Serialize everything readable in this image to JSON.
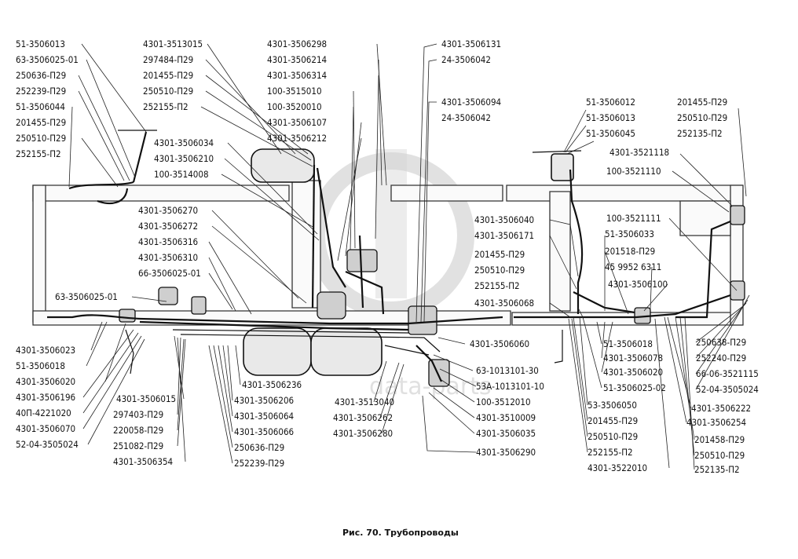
{
  "caption": "Рис. 70. Трубопроводы",
  "watermark_text": "data-parts",
  "labels": {
    "L_topleft_1": "51-3506013",
    "L_topleft_2": "63-3506025-01",
    "L_topleft_3": "250636-П29",
    "L_topleft_4": "252239-П29",
    "L_topleft_5": "51-3506044",
    "L_topleft_6": "201455-П29",
    "L_topleft_7": "250510-П29",
    "L_topleft_8": "252155-П2",
    "L_c1_1": "4301-3513015",
    "L_c1_2": "297484-П29",
    "L_c1_3": "201455-П29",
    "L_c1_4": "250510-П29",
    "L_c1_5": "252155-П2",
    "L_c2_1": "4301-3506298",
    "L_c2_2": "4301-3506214",
    "L_c2_3": "4301-3506314",
    "L_c2_4": "100-3515010",
    "L_c2_5": "100-3520010",
    "L_c2_6": "4301-3506107",
    "L_c2_7": "4301-3506212",
    "L_c3_1": "4301-3506131",
    "L_c3_2": "24-3506042",
    "L_c3_3": "4301-3506094",
    "L_c3_4": "24-3506042",
    "L_m1_1": "4301-3506034",
    "L_m1_2": "4301-3506210",
    "L_m1_3": "100-3514008",
    "L_m2_1": "4301-3506270",
    "L_m2_2": "4301-3506272",
    "L_m2_3": "4301-3506316",
    "L_m2_4": "4301-3506310",
    "L_m2_5": "66-3506025-01",
    "L_m2_6": "63-3506025-01",
    "L_r1_1": "51-3506012",
    "L_r1_2": "51-3506013",
    "L_r1_3": "51-3506045",
    "L_r2_1": "201455-П29",
    "L_r2_2": "250510-П29",
    "L_r2_3": "252135-П2",
    "L_r3_1": "4301-3521118",
    "L_r3_2": "100-3521110",
    "L_r3_3": "100-3521111",
    "L_r4_1": "4301-3506040",
    "L_r4_2": "4301-3506171",
    "L_r4_3": "201455-П29",
    "L_r4_4": "250510-П29",
    "L_r4_5": "252155-П2",
    "L_r4_6": "4301-3506068",
    "L_r5_1": "51-3506033",
    "L_r5_2": "201518-П29",
    "L_r5_3": "45 9952 6311",
    "L_r5_4": "4301-3506100",
    "L_b1_1": "4301-3506023",
    "L_b1_2": "51-3506018",
    "L_b1_3": "4301-3506020",
    "L_b1_4": "4301-3506196",
    "L_b1_5": "40П-4221020",
    "L_b1_6": "4301-3506070",
    "L_b1_7": "52-04-3505024",
    "L_b2_1": "4301-3506015",
    "L_b2_2": "297403-П29",
    "L_b2_3": "220058-П29",
    "L_b2_4": "251082-П29",
    "L_b2_5": "4301-3506354",
    "L_b3_1": "4301-3506236",
    "L_b3_2": "4301-3506206",
    "L_b3_3": "4301-3506064",
    "L_b3_4": "4301-3506066",
    "L_b3_5": "250636-П29",
    "L_b3_6": "252239-П29",
    "L_b4_1": "4301-3513040",
    "L_b4_2": "4301-3506262",
    "L_b4_3": "4301-3506280",
    "L_b5_1": "4301-3506060",
    "L_b5_2": "63-1013101-30",
    "L_b5_3": "53А-1013101-10",
    "L_b5_4": "100-3512010",
    "L_b5_5": "4301-3510009",
    "L_b5_6": "4301-3506035",
    "L_b5_7": "4301-3506290",
    "L_b6_1": "51-3506018",
    "L_b6_2": "4301-3506078",
    "L_b6_3": "4301-3506020",
    "L_b6_4": "51-3506025-02",
    "L_b6_5": "53-3506050",
    "L_b6_6": "201455-П29",
    "L_b6_7": "250510-П29",
    "L_b6_8": "252155-П2",
    "L_b6_9": "4301-3522010",
    "L_b7_1": "250638-П29",
    "L_b7_2": "252240-П29",
    "L_b7_3": "66-06-3521115",
    "L_b7_4": "52-04-3505024",
    "L_b7_5": "4301-3506222",
    "L_b7_6": "4301-3506254",
    "L_b7_7": "201458-П29",
    "L_b7_8": "250510-П29",
    "L_b7_9": "252135-П2"
  }
}
